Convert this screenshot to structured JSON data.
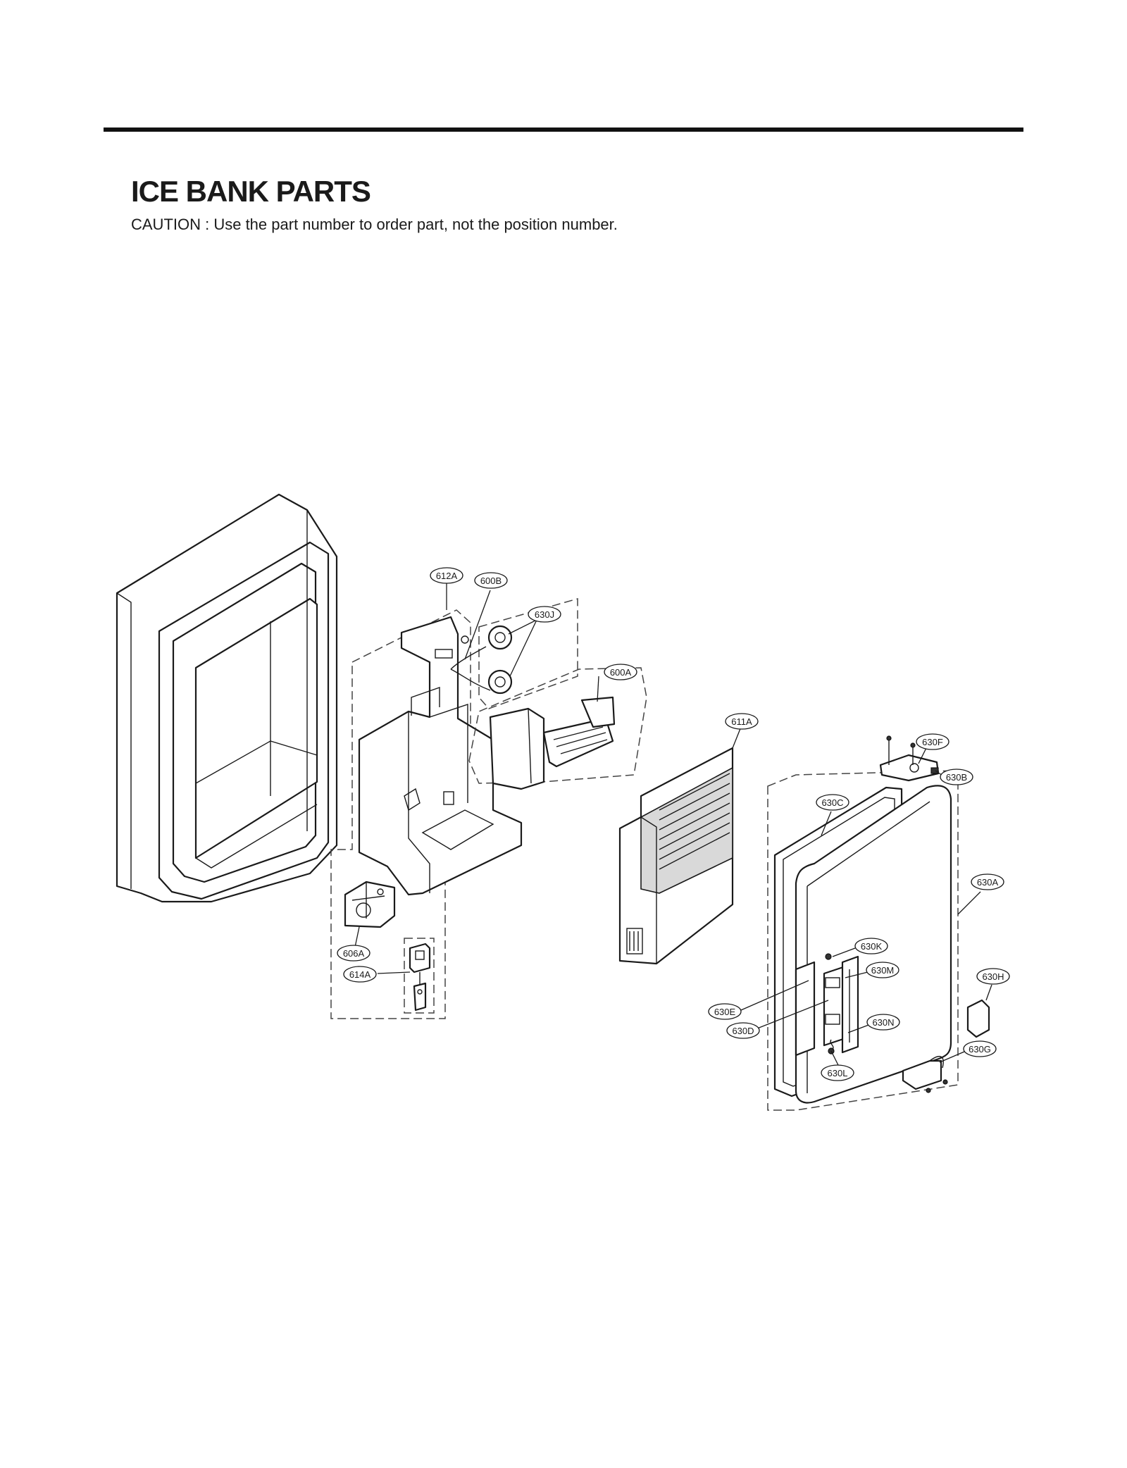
{
  "header": {
    "title": "ICE BANK PARTS",
    "caution": "CAUTION : Use the part number to order part, not the position number."
  },
  "callouts": {
    "c612A": "612A",
    "c600B": "600B",
    "c630J": "630J",
    "c600A": "600A",
    "c611A": "611A",
    "c630F": "630F",
    "c630B": "630B",
    "c630C": "630C",
    "c630A": "630A",
    "c606A": "606A",
    "c614A": "614A",
    "c630K": "630K",
    "c630M": "630M",
    "c630H": "630H",
    "c630E": "630E",
    "c630D": "630D",
    "c630N": "630N",
    "c630G": "630G",
    "c630L": "630L"
  }
}
